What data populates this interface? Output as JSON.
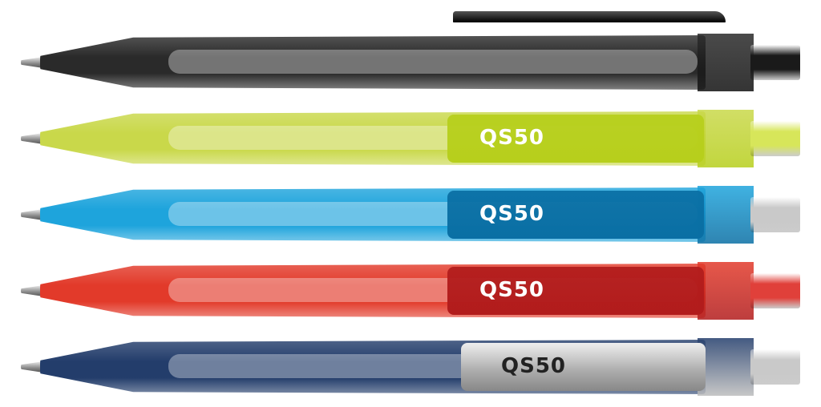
{
  "product": {
    "model_label": "QS50"
  },
  "pens": [
    {
      "color_name": "black",
      "body": "#2a2a2a",
      "clip": "#111111",
      "button": "#1a1a1a",
      "label": ""
    },
    {
      "color_name": "lime",
      "body": "#c9d84a",
      "clip": "#b7cf1c",
      "button": "#d7e65a",
      "label": "QS50"
    },
    {
      "color_name": "blue",
      "body": "#1ea4dc",
      "clip": "#0a6fa4",
      "button": "#c9c9c9",
      "label": "QS50"
    },
    {
      "color_name": "red",
      "body": "#e23a2a",
      "clip": "#b21c1c",
      "button": "#e0403a",
      "label": "QS50"
    },
    {
      "color_name": "navy",
      "body": "#233d6b",
      "clip": "#bdbdbd",
      "button": "#c9c9c9",
      "label": "QS50"
    }
  ]
}
